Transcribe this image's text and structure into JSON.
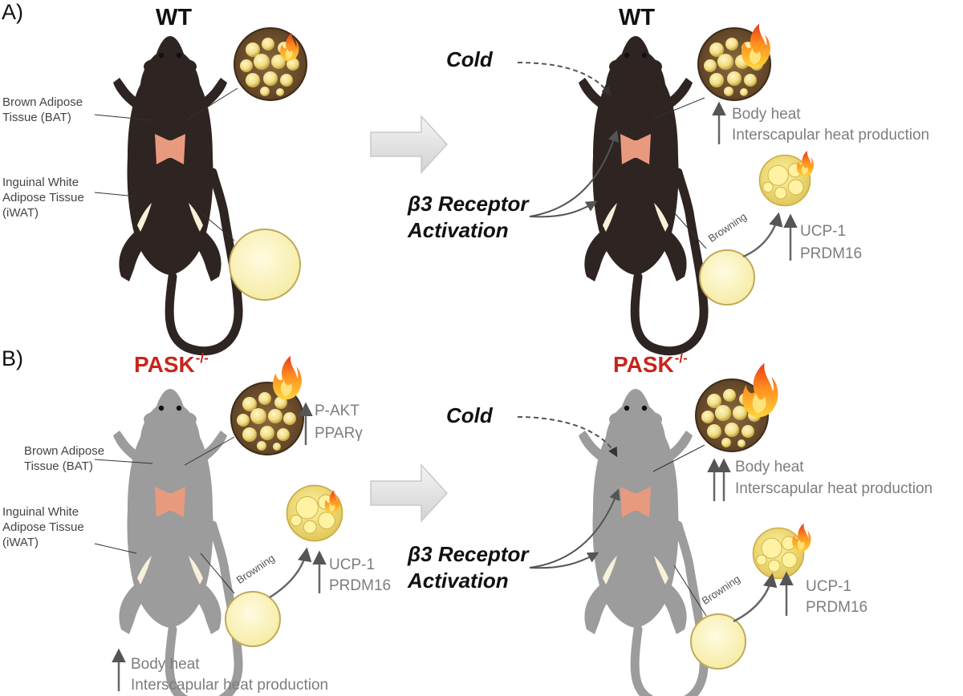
{
  "panels": {
    "a_label": "A)",
    "b_label": "B)"
  },
  "panel_a": {
    "left_title": "WT",
    "right_title": "WT",
    "bat_label": "Brown Adipose Tissue (BAT)",
    "iwat_label": "Inguinal White Adipose Tissue (iWAT)",
    "cold": "Cold",
    "receptor": "β3 Receptor Activation",
    "body_heat": "Body heat",
    "interscapular": "Interscapular heat production",
    "browning": "Browning",
    "ucp1": "UCP-1",
    "prdm16": "PRDM16"
  },
  "panel_b": {
    "left_title": "PASK",
    "left_title_sup": "-/-",
    "right_title": "PASK",
    "right_title_sup": "-/-",
    "bat_label": "Brown Adipose Tissue (BAT)",
    "iwat_label": "Inguinal White Adipose Tissue (iWAT)",
    "pakt": "P-AKT",
    "ppar": "PPARγ",
    "left_browning": "Browning",
    "left_ucp1": "UCP-1",
    "left_prdm16": "PRDM16",
    "left_body_heat": "Body heat",
    "left_interscapular": "Interscapular heat production",
    "cold": "Cold",
    "receptor": "β3 Receptor Activation",
    "right_body_heat": "Body heat",
    "right_interscapular": "Interscapular heat production",
    "right_browning": "Browning",
    "right_ucp1": "UCP-1",
    "right_prdm16": "PRDM16"
  },
  "colors": {
    "wt_mouse": "#2e2422",
    "ko_mouse": "#9c9c9c",
    "bat_patch": "#e99a7e",
    "pask_title": "#c8241b",
    "gray_text": "#7d7d7d"
  }
}
